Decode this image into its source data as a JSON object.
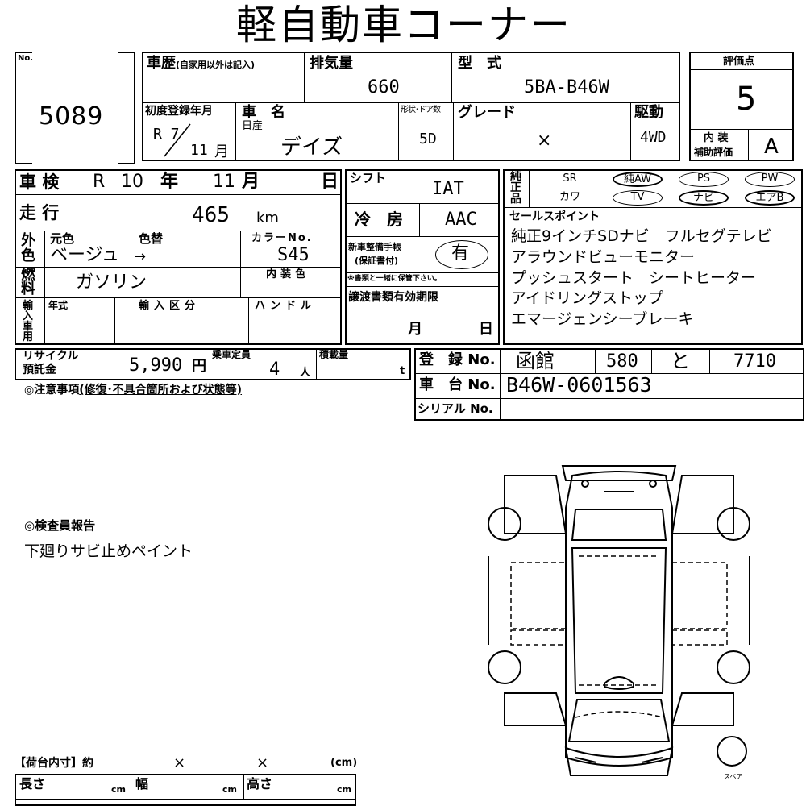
{
  "header": {
    "title": "軽自動車コーナー"
  },
  "lot": {
    "label": "No.",
    "number": "5089"
  },
  "history": {
    "label": "車歴",
    "note": "(自家用以外は記入)"
  },
  "displacement": {
    "label": "排気量",
    "value": "660"
  },
  "model_code": {
    "label": "型　式",
    "value": "5BA-B46W"
  },
  "score": {
    "label": "評価点",
    "value": "5"
  },
  "first_reg": {
    "label": "初度登録年月",
    "era": "R 7",
    "month": "11",
    "month_unit": "月"
  },
  "car_name": {
    "label": "車　名",
    "maker": "日産",
    "name": "デイズ"
  },
  "body": {
    "label": "形状･ドア数",
    "value": "5D"
  },
  "grade": {
    "label": "グレード",
    "value": "×"
  },
  "drive": {
    "label": "駆動",
    "value": "4WD"
  },
  "interior_score": {
    "label1": "内 装",
    "label2": "補助評価",
    "value": "A"
  },
  "inspection": {
    "label": "車 検",
    "era": "R",
    "year": "10",
    "year_unit": "年",
    "month": "11",
    "month_unit": "月",
    "day_unit": "日"
  },
  "shift": {
    "label": "シフト",
    "value": "IAT"
  },
  "equipment": {
    "label": "純正品",
    "row1": [
      {
        "text": "SR",
        "circled": false
      },
      {
        "text": "純AW",
        "circled": true
      },
      {
        "text": "PS",
        "circled": false
      },
      {
        "text": "PW",
        "circled": false
      }
    ],
    "row2": [
      {
        "text": "カワ",
        "circled": false
      },
      {
        "text": "TV",
        "circled": false
      },
      {
        "text": "ナビ",
        "circled": true
      },
      {
        "text": "エアB",
        "circled": true
      }
    ]
  },
  "mileage": {
    "label": "走 行",
    "value": "465",
    "unit": "km"
  },
  "aircon": {
    "label": "冷　房",
    "value": "AAC"
  },
  "sales_points": {
    "label": "セールスポイント",
    "lines": [
      "純正9インチSDナビ　フルセグテレビ",
      "アラウンドビューモニター",
      "プッシュスタート　シートヒーター",
      "アイドリングストップ",
      "エマージェンシーブレーキ"
    ]
  },
  "color": {
    "label_a": "外",
    "label_b": "色",
    "original_label": "元色",
    "change_label": "色替",
    "original": "ベージュ",
    "arrow": "→",
    "code_label": "カラーNo.",
    "code": "S45",
    "interior_label": "内装色"
  },
  "manual": {
    "label1": "新車整備手帳",
    "label2": "(保証書付)",
    "value": "有",
    "note": "※書類と一緒に保管下さい。"
  },
  "fuel": {
    "label_a": "燃",
    "label_b": "料",
    "value": "ガソリン"
  },
  "import": {
    "label": "輸入車用",
    "year_label": "年式",
    "type_label": "輸入区分",
    "handle_label": "ハンドル"
  },
  "transfer": {
    "label": "譲渡書類有効期限",
    "month_unit": "月",
    "day_unit": "日"
  },
  "recycle": {
    "label1": "リサイクル",
    "label2": "預託金",
    "value": "5,990",
    "unit": "円"
  },
  "capacity": {
    "label": "乗車定員",
    "value": "4",
    "unit": "人"
  },
  "load": {
    "label": "積載量",
    "unit": "t"
  },
  "registration": {
    "label": "登　録 No.",
    "region": "函館",
    "class": "580",
    "kana": "と",
    "number": "7710"
  },
  "chassis": {
    "label": "車　台 No.",
    "value": "B46W-0601563"
  },
  "serial": {
    "label": "シリアル No."
  },
  "notes": {
    "label": "◎注意事項",
    "sub": "(修復･不具合箇所および状態等)"
  },
  "inspector": {
    "label": "◎検査員報告",
    "text": "下廻りサビ止めペイント"
  },
  "cargo": {
    "label": "【荷台内寸】約",
    "x1": "×",
    "x2": "×",
    "unit": "(cm)",
    "length_label": "長さ",
    "width_label": "幅",
    "height_label": "高さ",
    "cm": "cm"
  },
  "diagram": {
    "spare_label": "スペア"
  }
}
